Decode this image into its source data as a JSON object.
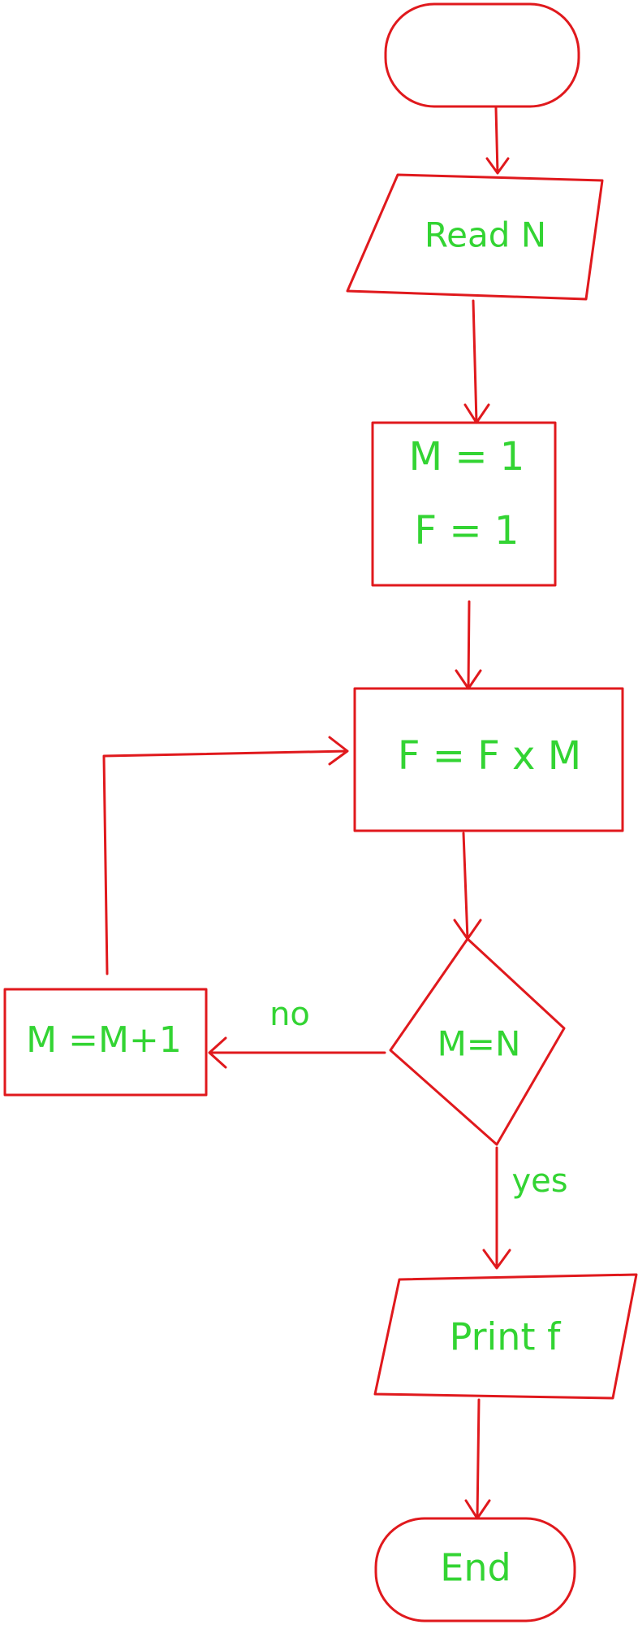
{
  "diagram": {
    "stroke_color": "#e0191d",
    "text_color": "#33d433",
    "nodes": [
      {
        "id": "start",
        "kind": "terminal",
        "lines": [
          ""
        ]
      },
      {
        "id": "read",
        "kind": "input-output",
        "lines": [
          "Read N"
        ]
      },
      {
        "id": "init",
        "kind": "process",
        "lines": [
          "M = 1",
          "F = 1"
        ]
      },
      {
        "id": "compute",
        "kind": "process",
        "lines": [
          "F = F x M"
        ]
      },
      {
        "id": "check",
        "kind": "decision",
        "lines": [
          "M=N"
        ]
      },
      {
        "id": "incr",
        "kind": "process",
        "lines": [
          "M =M+1"
        ]
      },
      {
        "id": "print",
        "kind": "input-output",
        "lines": [
          "Print f"
        ]
      },
      {
        "id": "end",
        "kind": "terminal",
        "lines": [
          "End"
        ]
      }
    ],
    "edges": [
      {
        "from": "start",
        "to": "read",
        "label": ""
      },
      {
        "from": "read",
        "to": "init",
        "label": ""
      },
      {
        "from": "init",
        "to": "compute",
        "label": ""
      },
      {
        "from": "compute",
        "to": "check",
        "label": ""
      },
      {
        "from": "check",
        "to": "incr",
        "label": "no"
      },
      {
        "from": "incr",
        "to": "compute",
        "label": ""
      },
      {
        "from": "check",
        "to": "print",
        "label": "yes"
      },
      {
        "from": "print",
        "to": "end",
        "label": ""
      }
    ]
  }
}
